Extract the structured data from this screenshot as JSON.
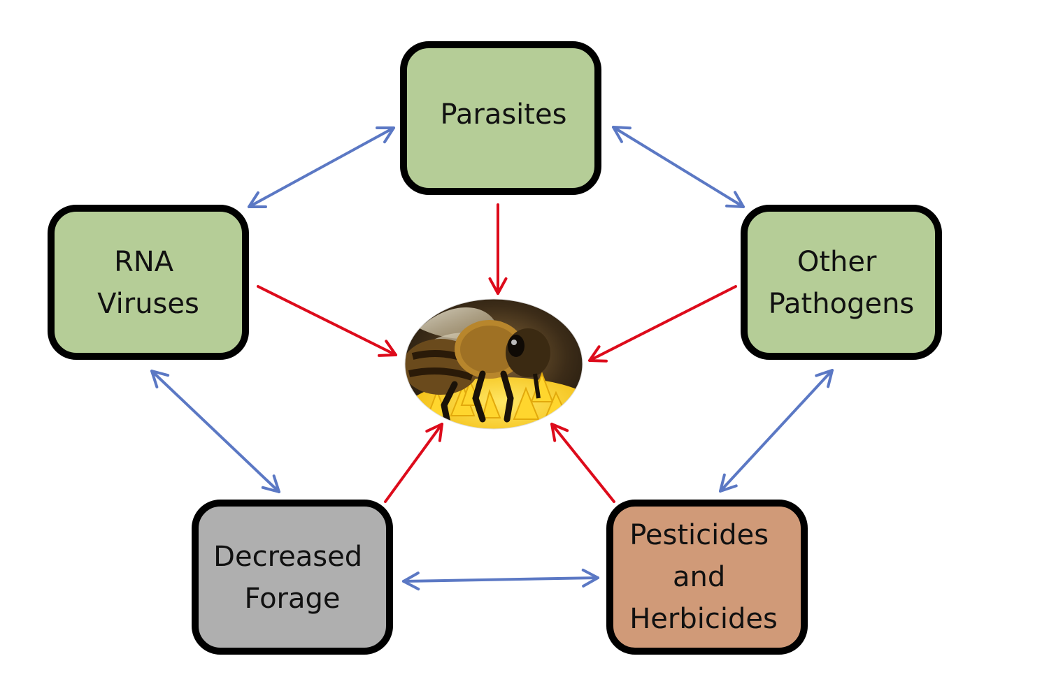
{
  "colors": {
    "green_box": "#b5cd97",
    "gray_box": "#afafaf",
    "orange_box": "#d09a78",
    "border": "#000000",
    "blue_arrow": "#5b78c4",
    "red_arrow": "#dd0b1b",
    "text": "#111111"
  },
  "nodes": {
    "parasites": {
      "lines": [
        "Parasites"
      ]
    },
    "rna_viruses": {
      "lines": [
        "RNA",
        "Viruses"
      ]
    },
    "other_pathogens": {
      "lines": [
        "Other",
        "Pathogens"
      ]
    },
    "decreased_forage": {
      "lines": [
        "Decreased",
        "Forage"
      ]
    },
    "pesticides": {
      "lines": [
        "Pesticides",
        "and",
        "Herbicides"
      ]
    }
  },
  "center": {
    "icon": "honeybee-on-flower-image"
  },
  "edges": {
    "bidirectional": [
      [
        "parasites",
        "rna_viruses"
      ],
      [
        "parasites",
        "other_pathogens"
      ],
      [
        "rna_viruses",
        "decreased_forage"
      ],
      [
        "other_pathogens",
        "pesticides"
      ],
      [
        "decreased_forage",
        "pesticides"
      ]
    ],
    "to_center": [
      "parasites",
      "rna_viruses",
      "other_pathogens",
      "decreased_forage",
      "pesticides"
    ]
  }
}
